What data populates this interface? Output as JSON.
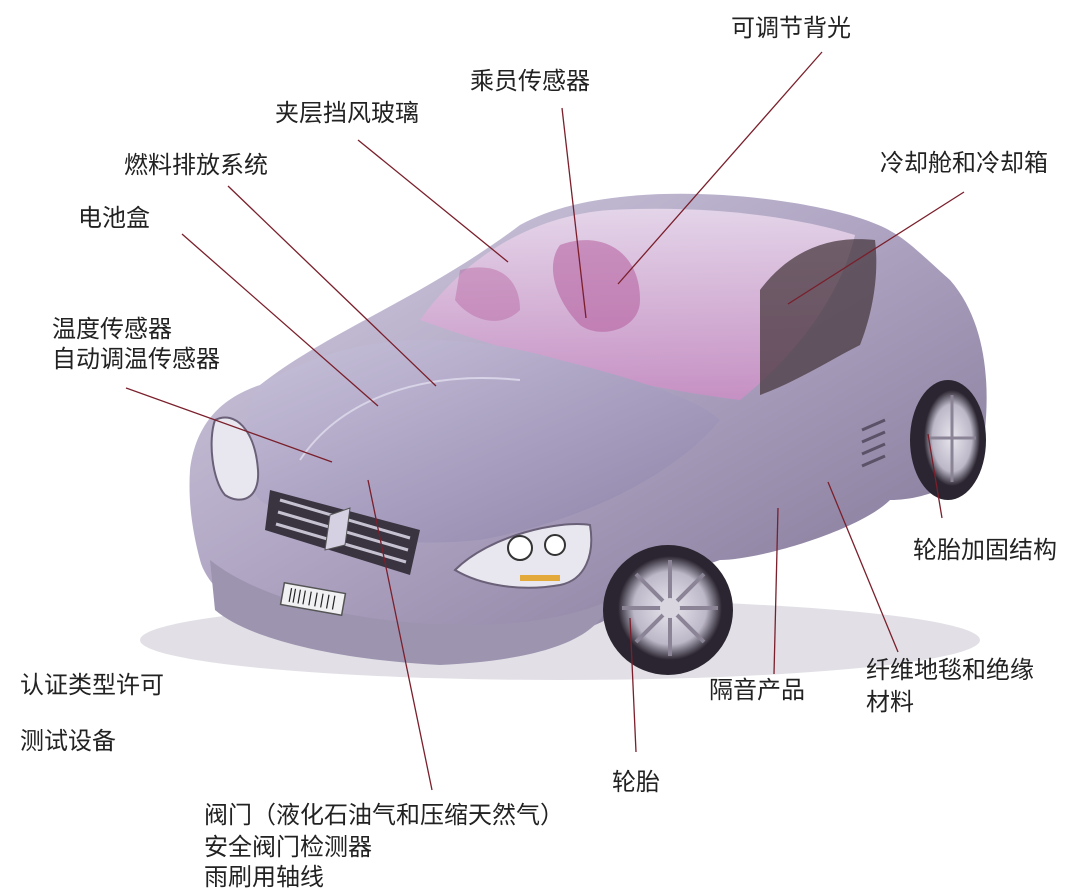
{
  "labels": {
    "adjustable_backlight": "可调节背光",
    "occupant_sensor": "乘员传感器",
    "laminated_windshield": "夹层挡风玻璃",
    "fuel_emission_system": "燃料排放系统",
    "battery_box": "电池盒",
    "temperature_sensor": "温度传感器",
    "auto_temp_sensor": "自动调温传感器",
    "cooling_compartment": "冷却舱和冷却箱",
    "tire_reinforcement": "轮胎加固结构",
    "fiber_carpet_line1": "纤维地毯和绝缘",
    "fiber_carpet_line2": "材料",
    "soundproofing": "隔音产品",
    "tire": "轮胎",
    "type_approval": "认证类型许可",
    "test_equipment": "测试设备",
    "valve_lpg_cng": "阀门（液化石油气和压缩天然气）",
    "safety_valve_detector": "安全阀门检测器",
    "wiper_shaft": "雨刷用轴线"
  },
  "colors": {
    "leader_line": "#7a1f2b",
    "car_body": "#b7aec8",
    "label_text": "#222222"
  },
  "image": {
    "subject": "silver-lilac concept sports coupe, front three-quarter view"
  }
}
